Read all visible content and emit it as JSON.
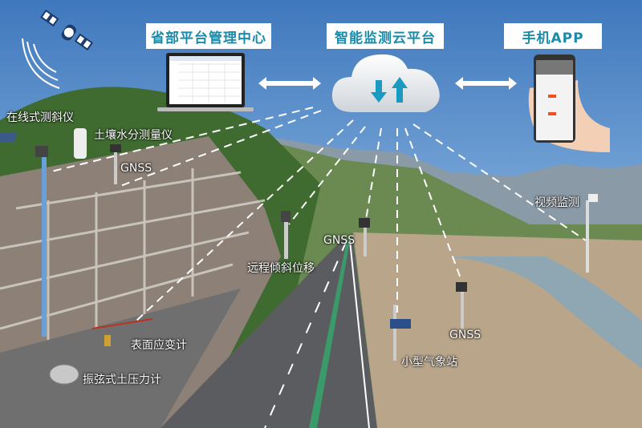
{
  "headers": {
    "provincial": "省部平台管理中心",
    "cloud": "智能监测云平台",
    "app": "手机APP"
  },
  "labels": {
    "inclinometer": "在线式测斜仪",
    "soil_moisture": "土壤水分测量仪",
    "gnss_1": "GNSS",
    "gnss_2": "GNSS",
    "gnss_3": "GNSS",
    "remote_tilt": "远程倾斜位移",
    "video": "视频监测",
    "strain_gauge": "表面应变计",
    "earth_pressure": "振弦式土压力计",
    "weather_station": "小型气象站"
  },
  "colors": {
    "accent": "#1b8bab",
    "arrow": "#1a9ac0"
  }
}
